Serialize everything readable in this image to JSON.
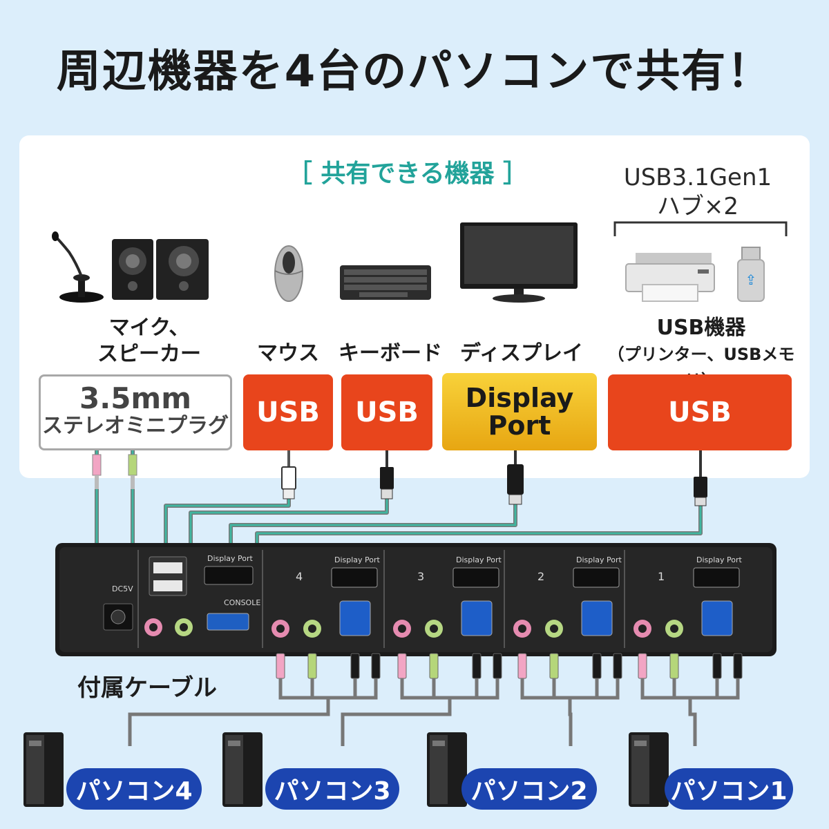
{
  "title": "周辺機器を4台のパソコンで共有！",
  "shared_label": "［ 共有できる機器 ］",
  "hub": {
    "line1": "USB3.1Gen1",
    "line2": "ハブ×2"
  },
  "devices": {
    "audio": {
      "line1": "マイク、",
      "line2": "スピーカー"
    },
    "mouse": "マウス",
    "keyboard": "キーボード",
    "display": "ディスプレイ",
    "usb": {
      "line1": "USB機器",
      "line2": "（プリンター、USBメモリ）"
    }
  },
  "badges": {
    "audio": {
      "line1": "3.5mm",
      "line2": "ステレオミニプラグ"
    },
    "mouse": "USB",
    "keyboard": "USB",
    "display": {
      "line1": "Display",
      "line2": "Port"
    },
    "usb": "USB"
  },
  "switch_panel": {
    "display_port": "Display Port",
    "console": "CONSOLE",
    "dc": "DC5V",
    "ports": [
      "4",
      "3",
      "2",
      "1"
    ]
  },
  "cable_label": "付属ケーブル",
  "pcs": [
    "パソコン4",
    "パソコン3",
    "パソコン2",
    "パソコン1"
  ],
  "colors": {
    "background": "#dceefb",
    "accent_teal": "#22a39a",
    "usb_red": "#e8451c",
    "dp_gold": "#f2bc22",
    "pc_blue": "#1c45b0"
  },
  "icons": [
    "microphone-icon",
    "speaker-icon",
    "mouse-icon",
    "keyboard-icon",
    "monitor-icon",
    "printer-icon",
    "usb-stick-icon",
    "pc-tower-icon"
  ]
}
